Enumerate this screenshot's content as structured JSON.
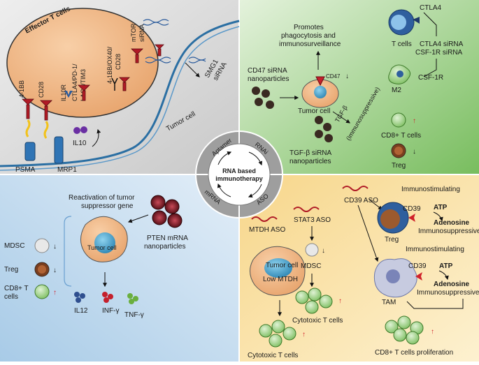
{
  "center": {
    "title_line1": "RNA based",
    "title_line2": "immunotherapy",
    "segments": [
      "Aptamer",
      "RNAi",
      "mRNA",
      "ASO"
    ]
  },
  "aptamer": {
    "effector_label": "Effector T cells",
    "receptors": [
      "4-1BB",
      "CD28",
      "IL10R",
      "CTLA4/PD-1/",
      "LAG3/TIM3",
      "4-1BB/OX40/",
      "CD28",
      "mTOR",
      "siRNA"
    ],
    "smg1_line1": "SMG1",
    "smg1_line2": "siRNA",
    "tumor_cell": "Tumor cell",
    "il10": "IL10",
    "psma": "PSMA",
    "mrp1": "MRP1"
  },
  "rnai": {
    "promotes_line1": "Promotes",
    "promotes_line2": "phagocytosis and",
    "promotes_line3": "immunosurveillance",
    "cd47_sirna_line1": "CD47 siRNA",
    "cd47_sirna_line2": "nanoparticles",
    "cd47": "CD47",
    "tumor_cell": "Tumor cell",
    "tgfb": "TGF-β",
    "immunosuppressive": "(Immunosuppressive)",
    "tgfb_sirna_line1": "TGF-β siRNA",
    "tgfb_sirna_line2": "nanoparticles",
    "cd8": "CD8+ T cells",
    "treg": "Treg",
    "ctla4": "CTLA4",
    "tcells": "T cells",
    "ctla4_sirna": "CTLA4 siRNA",
    "csf1r_sirna": "CSF-1R siRNA",
    "csf1r": "CSF-1R",
    "m2": "M2"
  },
  "mrna": {
    "reactivation_line1": "Reactivation of tumor",
    "reactivation_line2": "suppressor gene",
    "pten_line1": "PTEN mRNA",
    "pten_line2": "nanoparticles",
    "tumor_cell": "Tumor cell",
    "mdsc": "MDSC",
    "treg": "Treg",
    "cd8_line1": "CD8+ T",
    "cd8_line2": "cells",
    "il12": "IL12",
    "infg": "INF-γ",
    "tnfg": "TNF-γ"
  },
  "aso": {
    "mtdh_aso": "MTDH ASO",
    "stat3_aso": "STAT3 ASO",
    "cd39_aso": "CD39 ASO",
    "tumor_cell": "Tumor cell",
    "low_mtdh": "Low MTDH",
    "mdsc": "MDSC",
    "cytotoxic1": "Cytotoxic T cells",
    "cytotoxic2": "Cytotoxic T cells",
    "immunostim1": "Immunostimulating",
    "immunostim2": "Immunostimulating",
    "cd39_1": "CD39",
    "cd39_2": "CD39",
    "atp1": "ATP",
    "atp2": "ATP",
    "adenosine1": "Adenosine",
    "adenosine2": "Adenosine",
    "immunosup1": "Immunosuppressive",
    "immunosup2": "Immunosuppressive",
    "treg": "Treg",
    "tam": "TAM",
    "cd8_prolif": "CD8+ T cells proliferation"
  },
  "colors": {
    "aptamer_bg": "#d9d9d9",
    "rnai_bg": "#8fc97a",
    "mrna_bg": "#bcd6ec",
    "aso_bg": "#f7dc9c",
    "tumor_cell": "#f0b98a",
    "nucleus": "#4fa3c7",
    "red_arrow": "#d0202a"
  }
}
